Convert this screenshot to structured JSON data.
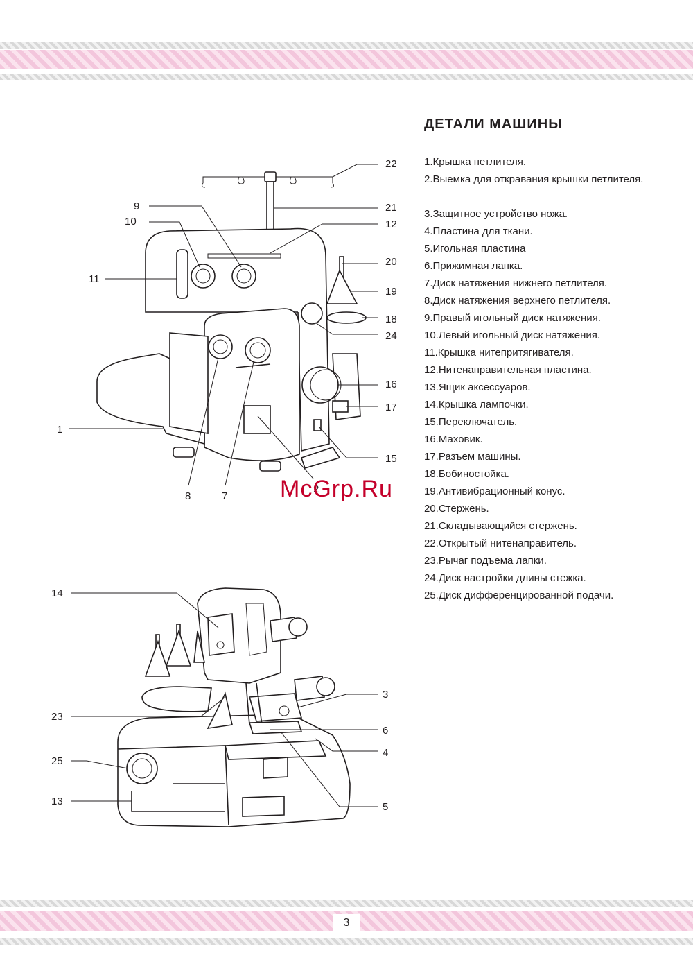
{
  "title": "ДЕТАЛИ МАШИНЫ",
  "parts": [
    "1.Крышка петлителя.",
    "2.Выемка  для откравания крышки петлителя.",
    "3.Защитное устройство ножа.",
    "4.Пластина для ткани.",
    "5.Игольная пластина",
    "6.Прижимная лапка.",
    "7.Диск натяжения нижнего петлителя.",
    "8.Диск натяжения верхнего петлителя.",
    "9.Правый игольный диск натяжения.",
    "10.Левый игольный диск натяжения.",
    "11.Крышка нитепритягивателя.",
    "12.Нитенаправительная пластина.",
    "13.Ящик  аксессуаров.",
    "14.Крышка лампочки.",
    "15.Переключатель.",
    "16.Маховик.",
    "17.Разъем машины.",
    "18.Бобиностойка.",
    "19.Антивибрационный конус.",
    "20.Стержень.",
    "21.Складывающийся стержень.",
    "22.Открытый нитенаправитель.",
    "23.Рычаг подъема лапки.",
    "24.Диск настройки длины стежка.",
    "25.Диск дифференцированной подачи."
  ],
  "figure_a_callouts": [
    "22",
    "21",
    "12",
    "20",
    "19",
    "18",
    "24",
    "16",
    "17",
    "15",
    "9",
    "10",
    "11",
    "1",
    "8",
    "7",
    "2"
  ],
  "figure_b_callouts": [
    "14",
    "23",
    "25",
    "13",
    "3",
    "6",
    "4",
    "5"
  ],
  "page_number": "3",
  "watermark": "McGrp.Ru",
  "colors": {
    "band_pink": "#f3c6dc",
    "band_gray": "#d8d8d8",
    "watermark": "#c4002a",
    "ink": "#231f20"
  }
}
